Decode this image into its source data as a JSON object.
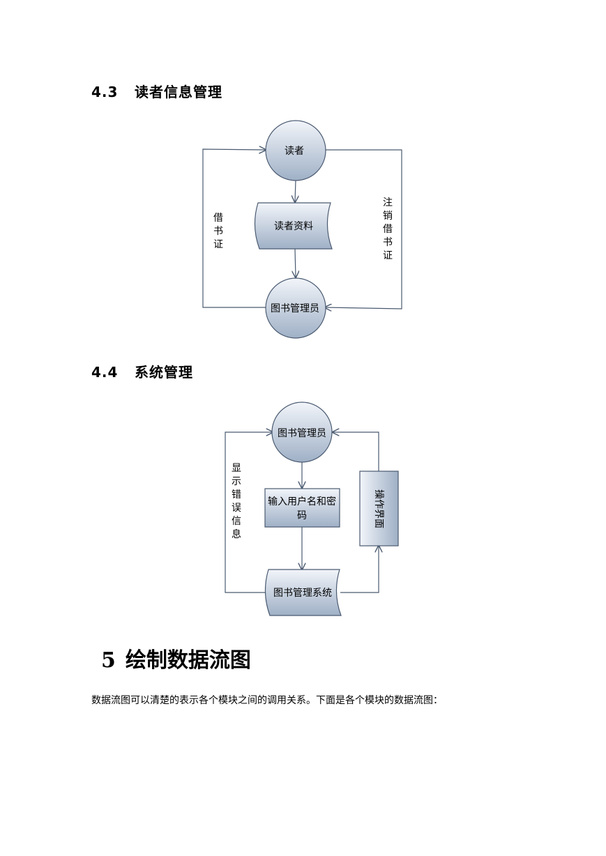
{
  "section_4_3": {
    "number": "4.3",
    "title": "读者信息管理",
    "diagram": {
      "node_reader": "读者",
      "store_reader_data": "读者资料",
      "node_librarian": "图书管理员",
      "edge_borrow_card": [
        "借",
        "书",
        "证"
      ],
      "edge_cancel_card": [
        "注",
        "销",
        "借",
        "书",
        "证"
      ]
    }
  },
  "section_4_4": {
    "number": "4.4",
    "title": "系统管理",
    "diagram": {
      "node_librarian": "图书管理员",
      "process_input": [
        "输入用户名和密",
        "码"
      ],
      "store_system": "图书管理系统",
      "process_ui": "操作界面",
      "edge_error": [
        "显",
        "示",
        "错",
        "误",
        "信",
        "息"
      ]
    }
  },
  "chapter_5": {
    "number": "5",
    "title": "绘制数据流图"
  },
  "paragraph": "数据流图可以清楚的表示各个模块之间的调用关系。下面是各个模块的数据流图：",
  "colors": {
    "shape_fill_top": "#f2f5fa",
    "shape_fill_bottom": "#9fb0c6",
    "stroke": "#4a5a70"
  }
}
